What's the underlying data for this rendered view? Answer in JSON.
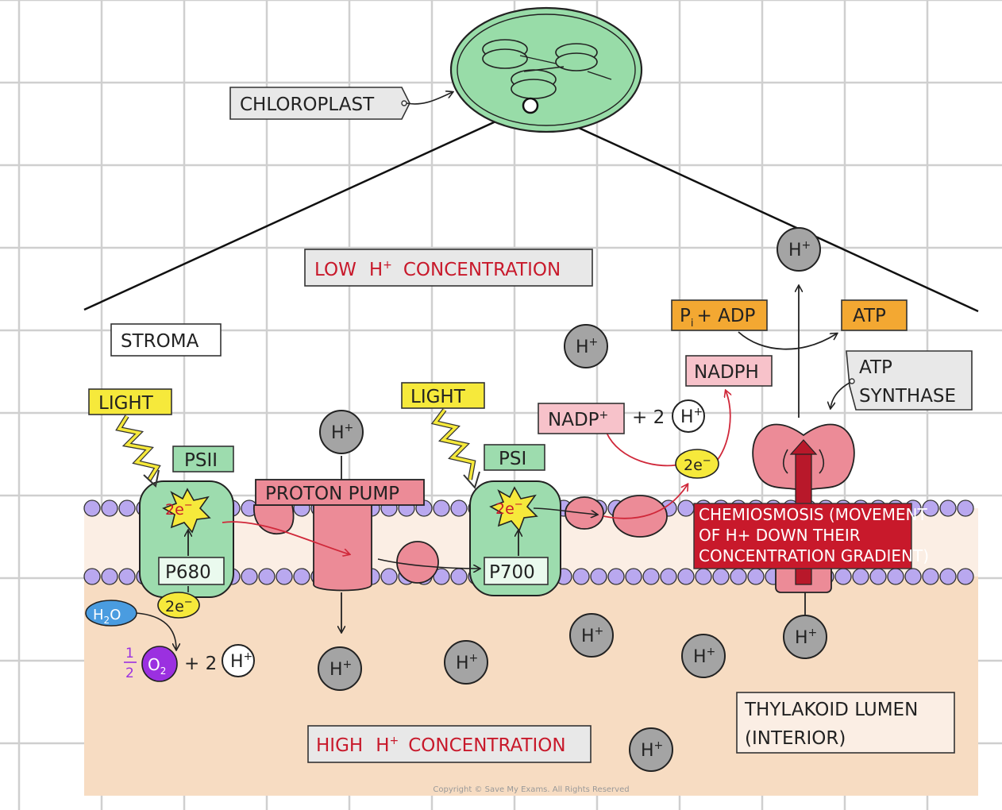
{
  "labels": {
    "chloroplast": "CHLOROPLAST",
    "low_h_prefix": "LOW",
    "low_h_suffix": "CONCENTRATION",
    "high_h_prefix": "HIGH",
    "high_h_suffix": "CONCENTRATION",
    "stroma": "STROMA",
    "light_1": "LIGHT",
    "light_2": "LIGHT",
    "psii": "PSII",
    "psi": "PSI",
    "proton_pump": "PROTON PUMP",
    "p680": "P680",
    "p700": "P700",
    "electron": "2e",
    "water": "H",
    "water_sub": "2",
    "water_o": "O",
    "half_num": "1",
    "half_den": "2",
    "oxygen": "O",
    "oxygen_sub": "2",
    "plus_two": "+ 2",
    "pi_adp_p": "P",
    "pi_adp_i": "i",
    "pi_adp_rest": "+ ADP",
    "atp": "ATP",
    "nadph": "NADPH",
    "nadp_plus": "NADP",
    "atp_synthase_1": "ATP",
    "atp_synthase_2": "SYNTHASE",
    "chemiosmosis_1": "CHEMIOSMOSIS (MOVEMENT",
    "chemiosmosis_2": "OF H+ DOWN THEIR",
    "chemiosmosis_3": "CONCENTRATION GRADIENT)",
    "lumen_1": "THYLAKOID  LUMEN",
    "lumen_2": "(INTERIOR)",
    "h_ion": "H",
    "plus_sign": "+",
    "minus_sign": "−",
    "copyright": "Copyright © Save My Exams. All Rights Reserved"
  },
  "colors": {
    "grid": "#cfcfcf",
    "lumen_fill": "#f7dcc2",
    "membrane_fill": "#fbeee4",
    "phospholipid": "#b9a8ef",
    "chloroplast": "#98dca8",
    "photosystem": "#9ddcae",
    "protein_pink": "#ec8b97",
    "light_yellow": "#f6e93b",
    "atp_orange": "#f3a832",
    "nadph_pink": "#f7c2ca",
    "h_ion_grey": "#a4a4a4",
    "water_blue": "#4a9ce0",
    "oxygen_purple": "#9b30e0",
    "chemio_red": "#c8192b",
    "label_grey": "#e8e8e8"
  }
}
